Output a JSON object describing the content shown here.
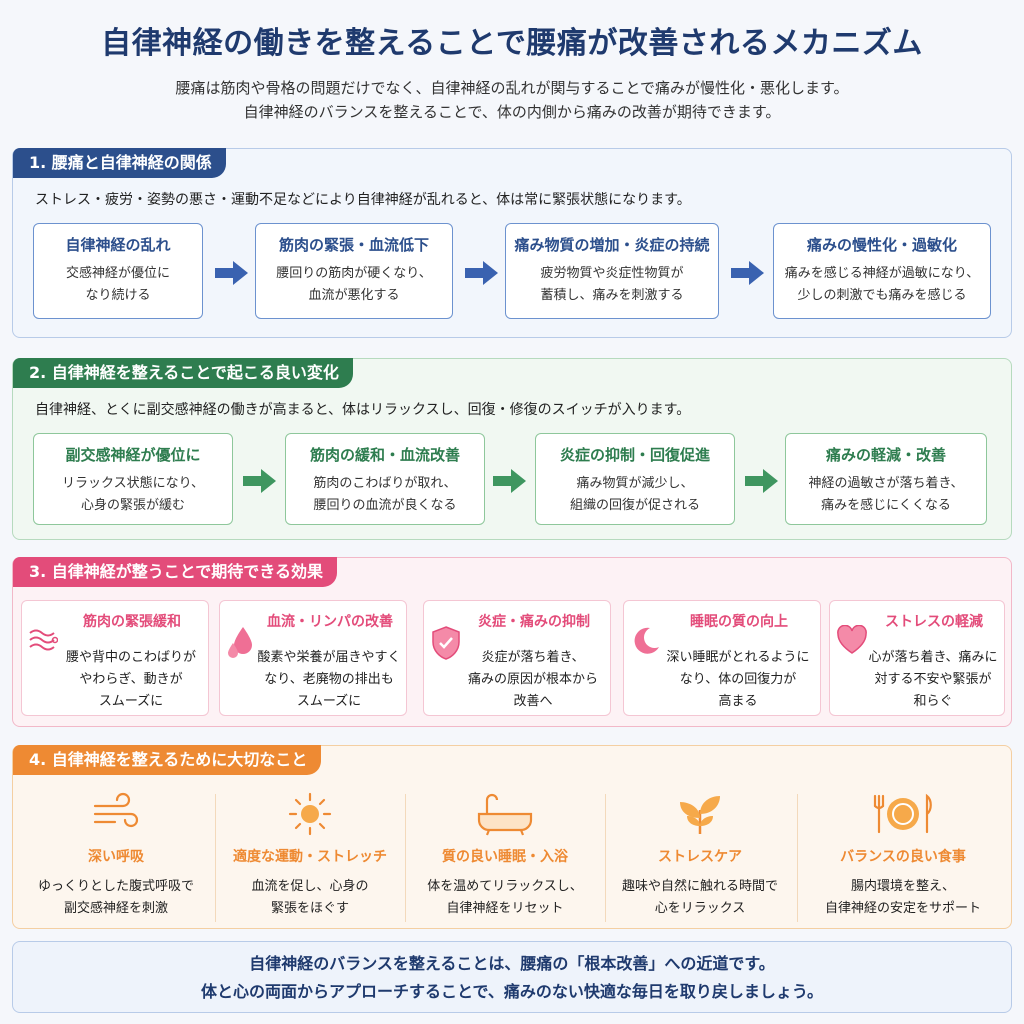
{
  "title": "自律神経の働きを整えることで腰痛が改善されるメカニズム",
  "intro": [
    "腰痛は筋肉や骨格の問題だけでなく、自律神経の乱れが関与することで痛みが慢性化・悪化します。",
    "自律神経のバランスを整えることで、体の内側から痛みの改善が期待できます。"
  ],
  "colors": {
    "navy": "#2c4f8c",
    "green": "#2e7d4f",
    "pink": "#e34c7a",
    "orange": "#ee8a33",
    "arrow_blue": "#3a62b0",
    "arrow_green": "#3f9660"
  },
  "section1": {
    "heading": "1. 腰痛と自律神経の関係",
    "description": "ストレス・疲労・姿勢の悪さ・運動不足などにより自律神経が乱れると、体は常に緊張状態になります。",
    "steps": [
      {
        "title": "自律神経の乱れ",
        "lines": [
          "交感神経が優位に",
          "なり続ける"
        ]
      },
      {
        "title": "筋肉の緊張・血流低下",
        "lines": [
          "腰回りの筋肉が硬くなり、",
          "血流が悪化する"
        ]
      },
      {
        "title": "痛み物質の増加・炎症の持続",
        "lines": [
          "疲労物質や炎症性物質が",
          "蓄積し、痛みを刺激する"
        ]
      },
      {
        "title": "痛みの慢性化・過敏化",
        "lines": [
          "痛みを感じる神経が過敏になり、",
          "少しの刺激でも痛みを感じる"
        ]
      }
    ]
  },
  "section2": {
    "heading": "2. 自律神経を整えることで起こる良い変化",
    "description": "自律神経、とくに副交感神経の働きが高まると、体はリラックスし、回復・修復のスイッチが入ります。",
    "steps": [
      {
        "title": "副交感神経が優位に",
        "lines": [
          "リラックス状態になり、",
          "心身の緊張が緩む"
        ]
      },
      {
        "title": "筋肉の緩和・血流改善",
        "lines": [
          "筋肉のこわばりが取れ、",
          "腰回りの血流が良くなる"
        ]
      },
      {
        "title": "炎症の抑制・回復促進",
        "lines": [
          "痛み物質が減少し、",
          "組織の回復が促される"
        ]
      },
      {
        "title": "痛みの軽減・改善",
        "lines": [
          "神経の過敏さが落ち着き、",
          "痛みを感じにくくなる"
        ]
      }
    ]
  },
  "section3": {
    "heading": "3. 自律神経が整うことで期待できる効果",
    "effects": [
      {
        "title": "筋肉の緊張緩和",
        "lines": [
          "腰や背中のこわばりが",
          "やわらぎ、動きが",
          "スムーズに"
        ],
        "icon": "muscle-waves-icon"
      },
      {
        "title": "血流・リンパの改善",
        "lines": [
          "酸素や栄養が届きやすく",
          "なり、老廃物の排出も",
          "スムーズに"
        ],
        "icon": "droplets-icon"
      },
      {
        "title": "炎症・痛みの抑制",
        "lines": [
          "炎症が落ち着き、",
          "痛みの原因が根本から",
          "改善へ"
        ],
        "icon": "shield-icon"
      },
      {
        "title": "睡眠の質の向上",
        "lines": [
          "深い睡眠がとれるように",
          "なり、体の回復力が",
          "高まる"
        ],
        "icon": "moon-icon"
      },
      {
        "title": "ストレスの軽減",
        "lines": [
          "心が落ち着き、痛みに",
          "対する不安や緊張が",
          "和らぐ"
        ],
        "icon": "heart-icon"
      }
    ]
  },
  "section4": {
    "heading": "4. 自律神経を整えるために大切なこと",
    "tips": [
      {
        "title": "深い呼吸",
        "lines": [
          "ゆっくりとした腹式呼吸で",
          "副交感神経を刺激"
        ],
        "icon": "wind-icon"
      },
      {
        "title": "適度な運動・ストレッチ",
        "lines": [
          "血流を促し、心身の",
          "緊張をほぐす"
        ],
        "icon": "sun-icon"
      },
      {
        "title": "質の良い睡眠・入浴",
        "lines": [
          "体を温めてリラックスし、",
          "自律神経をリセット"
        ],
        "icon": "bathtub-icon"
      },
      {
        "title": "ストレスケア",
        "lines": [
          "趣味や自然に触れる時間で",
          "心をリラックス"
        ],
        "icon": "sprout-icon"
      },
      {
        "title": "バランスの良い食事",
        "lines": [
          "腸内環境を整え、",
          "自律神経の安定をサポート"
        ],
        "icon": "meal-icon"
      }
    ]
  },
  "conclusion": [
    "自律神経のバランスを整えることは、腰痛の「根本改善」への近道です。",
    "体と心の両面からアプローチすることで、痛みのない快適な毎日を取り戻しましょう。"
  ]
}
